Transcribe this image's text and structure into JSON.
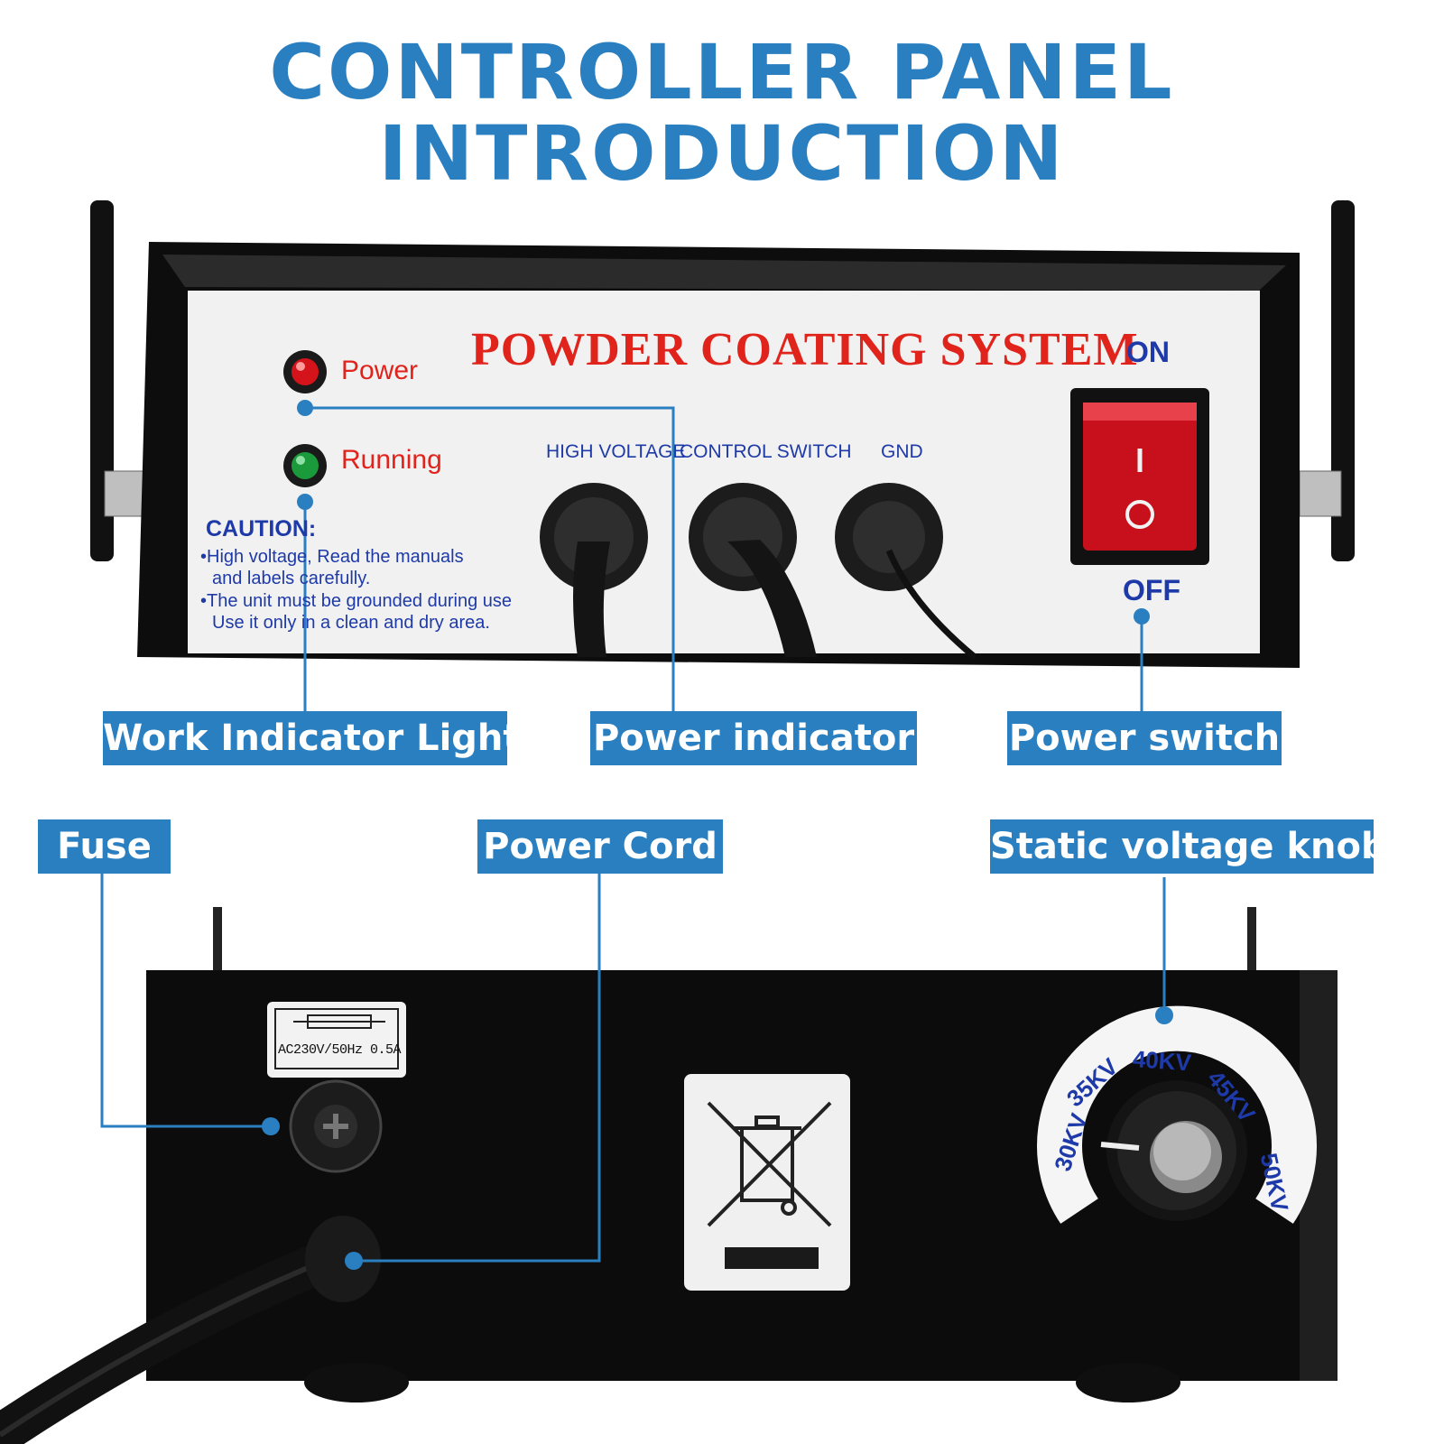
{
  "header": {
    "line1": "CONTROLLER PANEL",
    "line2": "INTRODUCTION"
  },
  "front_panel": {
    "system_name": "POWDER COATING SYSTEM",
    "indicators": {
      "power": "Power",
      "running": "Running"
    },
    "ports": {
      "high_voltage": "HIGH VOLTAGE",
      "control_switch": "CONTROL SWITCH",
      "gnd": "GND"
    },
    "switch": {
      "on": "ON",
      "off": "OFF"
    },
    "caution": {
      "title": "CAUTION:",
      "line1": "•High voltage, Read the manuals",
      "line2": "and labels carefully.",
      "line3": "•The unit must be grounded during use",
      "line4": "Use it only in a clean and dry area."
    }
  },
  "callouts": {
    "work_indicator": "Work Indicator Light",
    "power_indicator": "Power indicator",
    "power_switch": "Power switch",
    "fuse": "Fuse",
    "power_cord": "Power Cord",
    "voltage_knob": "Static voltage knob"
  },
  "back_panel": {
    "fuse_label": "AC230V/50Hz 0.5A",
    "knob_scale": [
      "30KV",
      "35KV",
      "40KV",
      "45KV",
      "50KV"
    ]
  },
  "colors": {
    "accent": "#2a7fc1",
    "red_text": "#e0241c",
    "navy_text": "#1e3aa8"
  }
}
